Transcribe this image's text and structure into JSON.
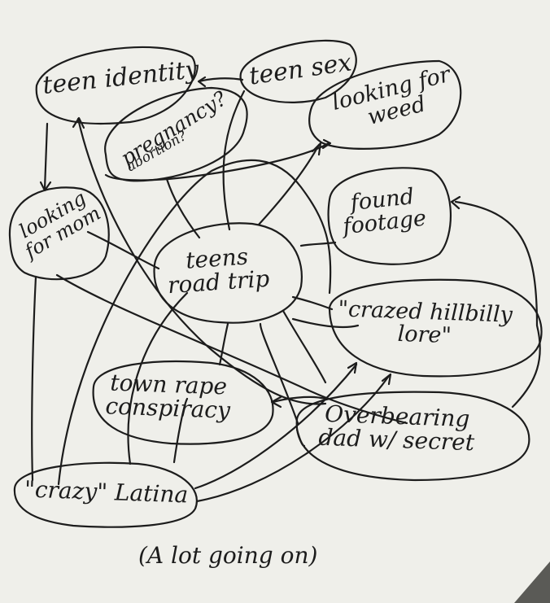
{
  "nodes": {
    "teen_identity": "teen identity",
    "teen_sex": "teen sex",
    "pregnancy": "pregnancy?",
    "abortion": "abortion?",
    "looking_for_weed": [
      "looking for",
      "weed"
    ],
    "looking_for_mom": [
      "looking",
      "for mom"
    ],
    "found_footage": [
      "found",
      "footage"
    ],
    "teens_road_trip": [
      "teens",
      "road trip"
    ],
    "crazed_hillbilly_lore": [
      "\"crazed hillbilly",
      "lore\""
    ],
    "town_rape_conspiracy": [
      "town rape",
      "conspiracy"
    ],
    "overbearing_dad": [
      "Overbearing",
      "dad w/ secret"
    ],
    "crazy_latina": "\"crazy\" Latina"
  },
  "caption": "(A lot going on)",
  "colors": {
    "paper": "#efefea",
    "ink": "#1c1c1c",
    "background": "#5a5a56"
  }
}
